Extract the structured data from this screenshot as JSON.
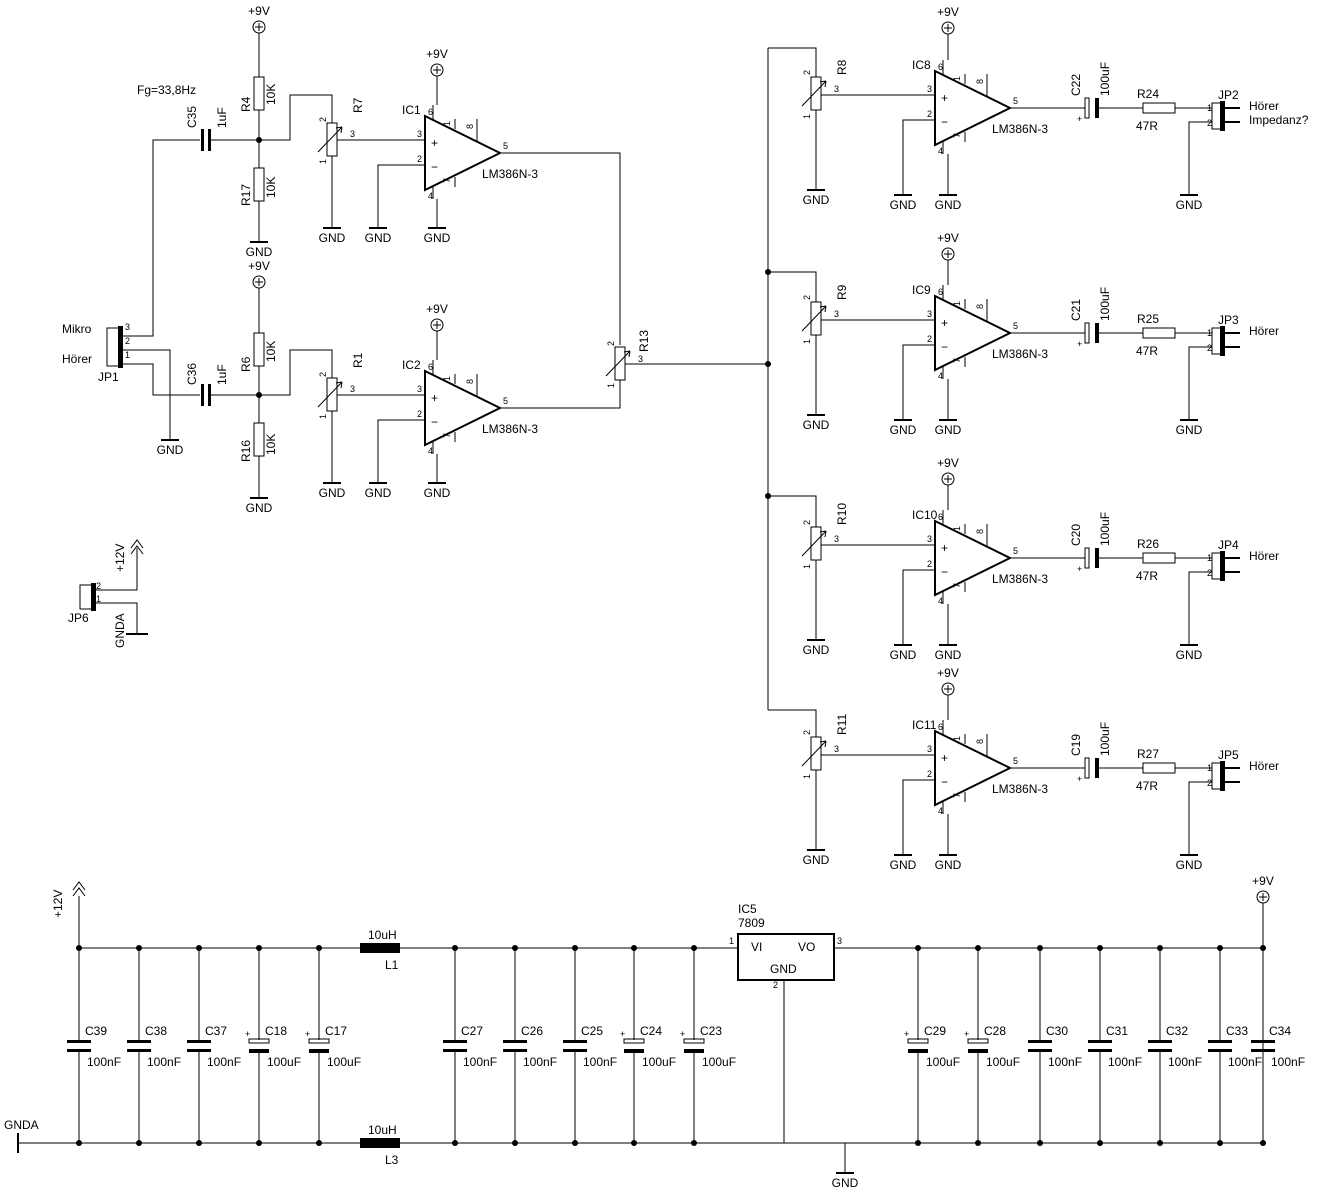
{
  "labels": {
    "vcc9": "+9V",
    "vcc12": "+12V",
    "gnd": "GND",
    "gnda": "GNDA",
    "lm386": "LM386N-3",
    "r10k": "10K",
    "r47": "47R",
    "c100u": "100uF",
    "c100n": "100nF",
    "c1u": "1uF",
    "l10u": "10uH",
    "fg": "Fg=33,8Hz",
    "mikro": "Mikro",
    "hoerer": "Hörer",
    "impedanz": "Impedanz?",
    "vi": "VI",
    "vo": "VO",
    "ic5": "IC5",
    "ic5_value": "7809",
    "plus": "+",
    "minus": "−"
  },
  "refdes": {
    "R4": "R4",
    "R17": "R17",
    "R6": "R6",
    "R16": "R16",
    "R7": "R7",
    "R1": "R1",
    "R13": "R13",
    "R8": "R8",
    "R9": "R9",
    "R10": "R10",
    "R11": "R11",
    "R24": "R24",
    "R25": "R25",
    "R26": "R26",
    "R27": "R27",
    "C35": "C35",
    "C36": "C36",
    "C22": "C22",
    "C21": "C21",
    "C20": "C20",
    "C19": "C19",
    "IC1": "IC1",
    "IC2": "IC2",
    "IC8": "IC8",
    "IC9": "IC9",
    "IC10": "IC10",
    "IC11": "IC11",
    "JP1": "JP1",
    "JP2": "JP2",
    "JP3": "JP3",
    "JP4": "JP4",
    "JP5": "JP5",
    "JP6": "JP6",
    "L1": "L1",
    "L3": "L3"
  },
  "caps_left": [
    {
      "name": "C39",
      "value": "100nF",
      "polar": false
    },
    {
      "name": "C38",
      "value": "100nF",
      "polar": false
    },
    {
      "name": "C37",
      "value": "100nF",
      "polar": false
    },
    {
      "name": "C18",
      "value": "100uF",
      "polar": true
    },
    {
      "name": "C17",
      "value": "100uF",
      "polar": true
    }
  ],
  "caps_mid": [
    {
      "name": "C27",
      "value": "100nF",
      "polar": false
    },
    {
      "name": "C26",
      "value": "100nF",
      "polar": false
    },
    {
      "name": "C25",
      "value": "100nF",
      "polar": false
    },
    {
      "name": "C24",
      "value": "100uF",
      "polar": true
    },
    {
      "name": "C23",
      "value": "100uF",
      "polar": true
    }
  ],
  "caps_right": [
    {
      "name": "C29",
      "value": "100uF",
      "polar": true
    },
    {
      "name": "C28",
      "value": "100uF",
      "polar": true
    },
    {
      "name": "C30",
      "value": "100nF",
      "polar": false
    },
    {
      "name": "C31",
      "value": "100nF",
      "polar": false
    },
    {
      "name": "C32",
      "value": "100nF",
      "polar": false
    },
    {
      "name": "C33",
      "value": "100nF",
      "polar": false
    },
    {
      "name": "C34",
      "value": "100nF",
      "polar": false
    }
  ]
}
